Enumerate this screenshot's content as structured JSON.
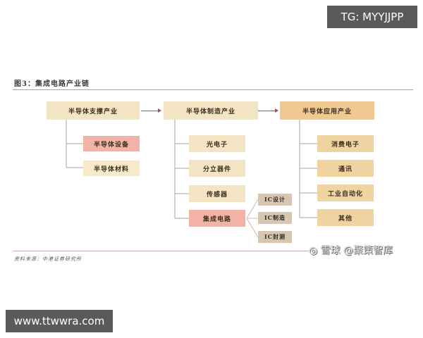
{
  "figure": {
    "title": "图3：集成电路产业链",
    "source": "资料来源：中港证券研究所"
  },
  "diagram": {
    "stages": [
      {
        "label": "半导体支撑产业",
        "children": [
          "半导体设备",
          "半导体材料"
        ]
      },
      {
        "label": "半导体制造产业",
        "children": [
          "光电子",
          "分立器件",
          "传感器",
          "集成电路"
        ]
      },
      {
        "label": "半导体应用产业",
        "children": [
          "消费电子",
          "通讯",
          "工业自动化",
          "其他"
        ]
      }
    ],
    "ic_children": [
      "IC设计",
      "IC制造",
      "IC封测"
    ]
  },
  "overlays": {
    "top_badge": "TG: MYYJJPP",
    "bottom_badge": "www.ttwwra.com",
    "watermark": "雪球 @聚策智库"
  },
  "colors": {
    "stage_light": "#f3e4c4",
    "stage_app": "#efc98f",
    "highlight_pink": "#f2b3a6",
    "ic_box": "#d8c6b1",
    "rule": "#b89a98"
  }
}
